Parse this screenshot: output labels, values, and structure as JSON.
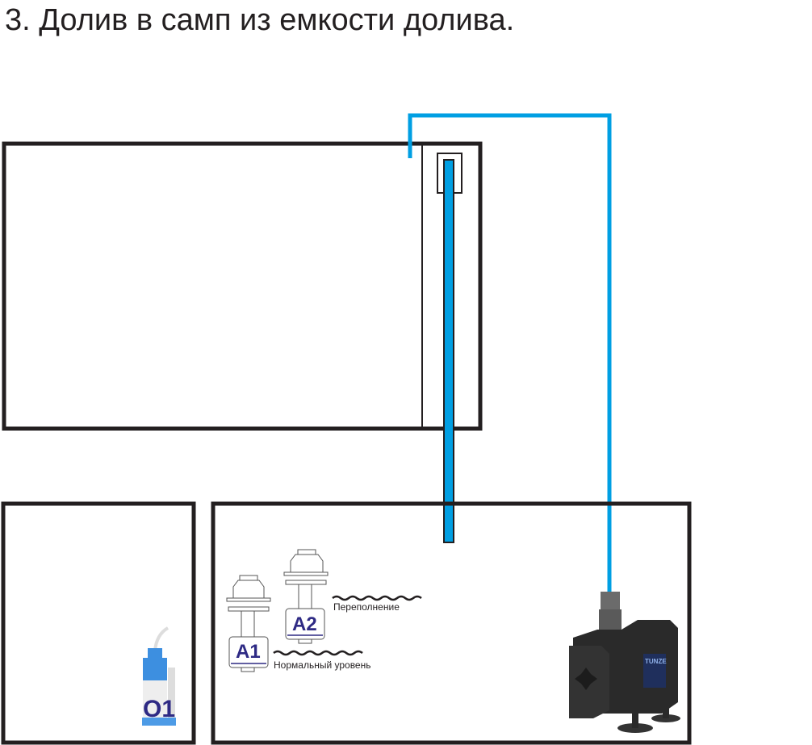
{
  "title": "3. Долив в самп из емкости долива.",
  "labels": {
    "overflow": "Переполнение",
    "normal_level": "Нормальный уровень",
    "sensor_a1": "A1",
    "sensor_a2": "A2",
    "pump_o1": "O1",
    "pump_brand": "TUNZE"
  },
  "colors": {
    "pipe": "#009fe3",
    "outline": "#231f20",
    "label": "#2e2a84"
  }
}
